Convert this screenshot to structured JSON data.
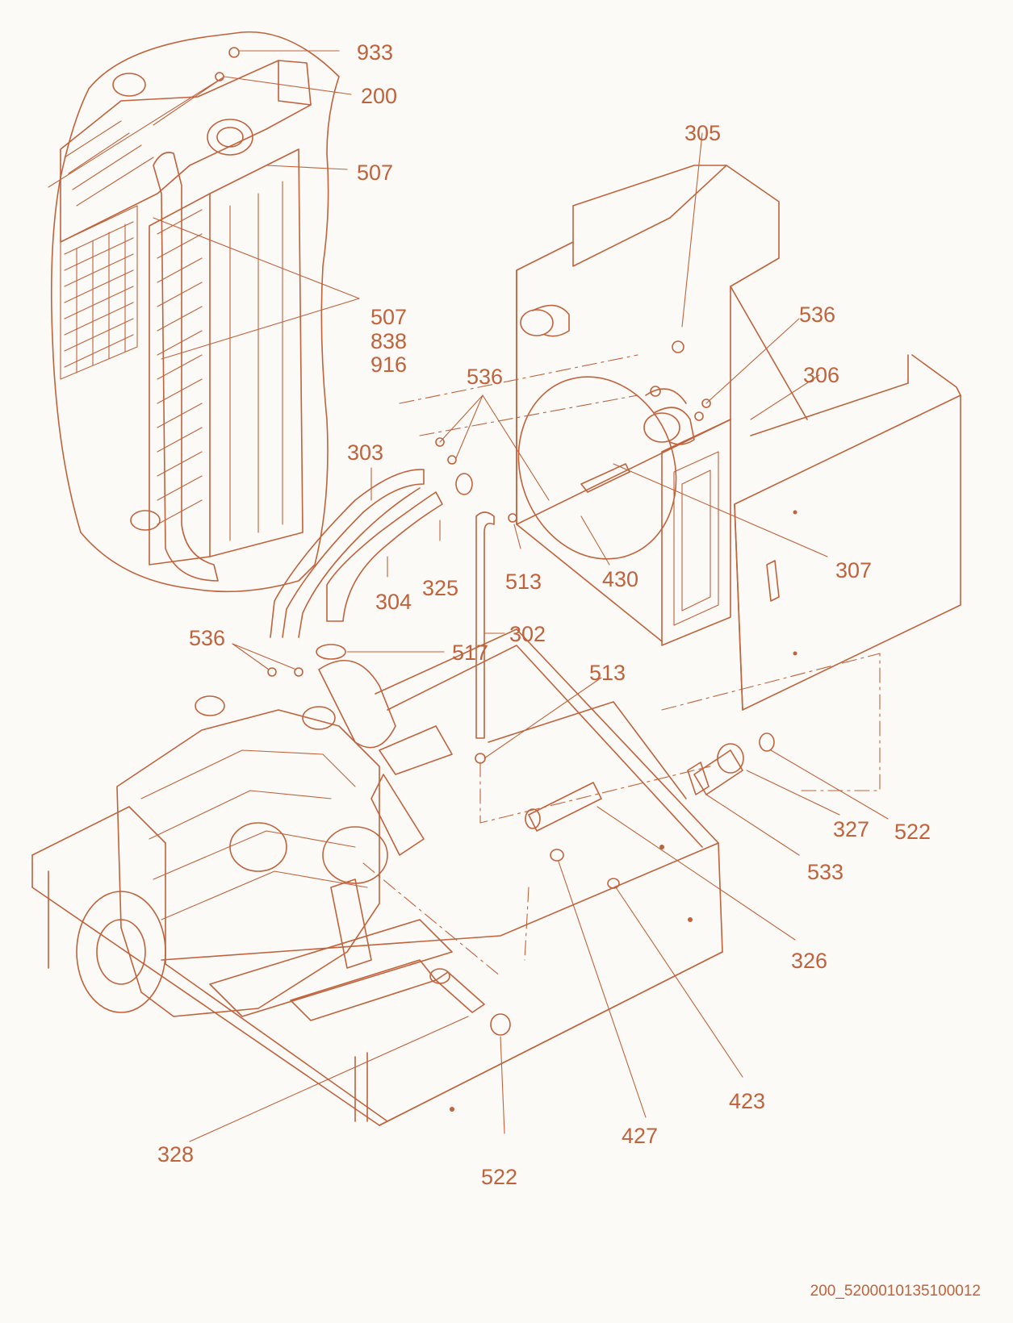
{
  "colors": {
    "ink": "#c0623c",
    "background": "#fbfaf6",
    "line_fill": "#fbfaf6"
  },
  "callouts": {
    "c933": "933",
    "c200": "200",
    "c507a": "507",
    "c507b": "507",
    "c838": "838",
    "c916": "916",
    "c305": "305",
    "c536a": "536",
    "c306": "306",
    "c536b": "536",
    "c303": "303",
    "c325": "325",
    "c304": "304",
    "c513a": "513",
    "c430": "430",
    "c307": "307",
    "c536c": "536",
    "c302": "302",
    "c517": "517",
    "c513b": "513",
    "c327": "327",
    "c522a": "522",
    "c533": "533",
    "c326": "326",
    "c423": "423",
    "c328": "328",
    "c427": "427",
    "c522b": "522"
  },
  "document_id": "200_5200010135100012"
}
